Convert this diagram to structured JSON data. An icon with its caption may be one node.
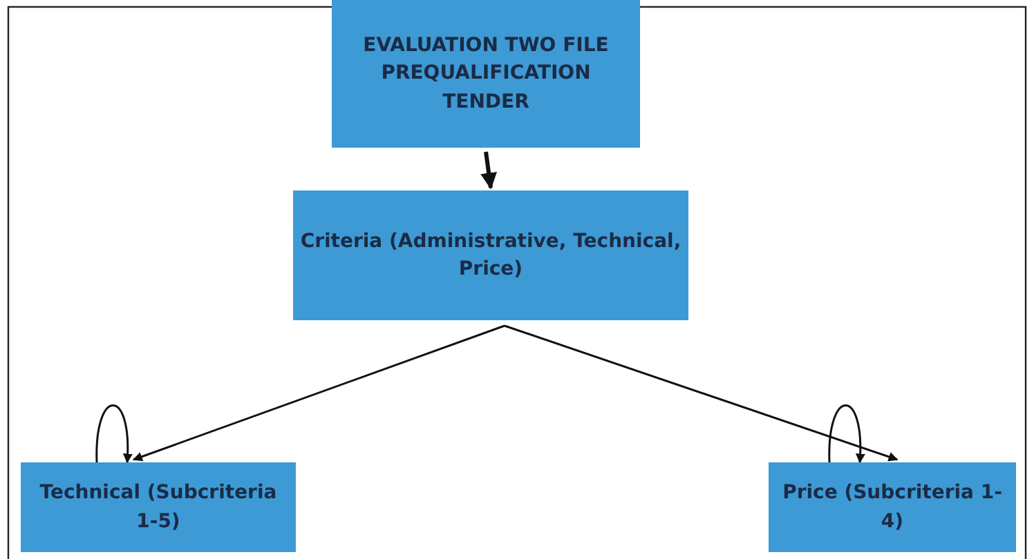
{
  "diagram": {
    "nodes": [
      {
        "text": [
          "EVALUATION TWO FILE PREQUALIFICATION TENDER"
        ]
      },
      {
        "text": [
          "Criteria (Administrative, Technical, Price)"
        ]
      },
      {
        "text": [
          "Technical (Subcriteria 1-5)"
        ]
      },
      {
        "text": [
          "Price (Subcriteria 1-4)"
        ]
      }
    ],
    "edges": [
      {
        "from": 0,
        "to": 1,
        "arrow": "to",
        "style": "thick"
      },
      {
        "from": 1,
        "to": 2,
        "arrow": "to"
      },
      {
        "from": 1,
        "to": 3,
        "arrow": "to"
      },
      {
        "from": 2,
        "to": 2,
        "arrow": "to"
      },
      {
        "from": 3,
        "to": 3,
        "arrow": "to"
      }
    ]
  }
}
